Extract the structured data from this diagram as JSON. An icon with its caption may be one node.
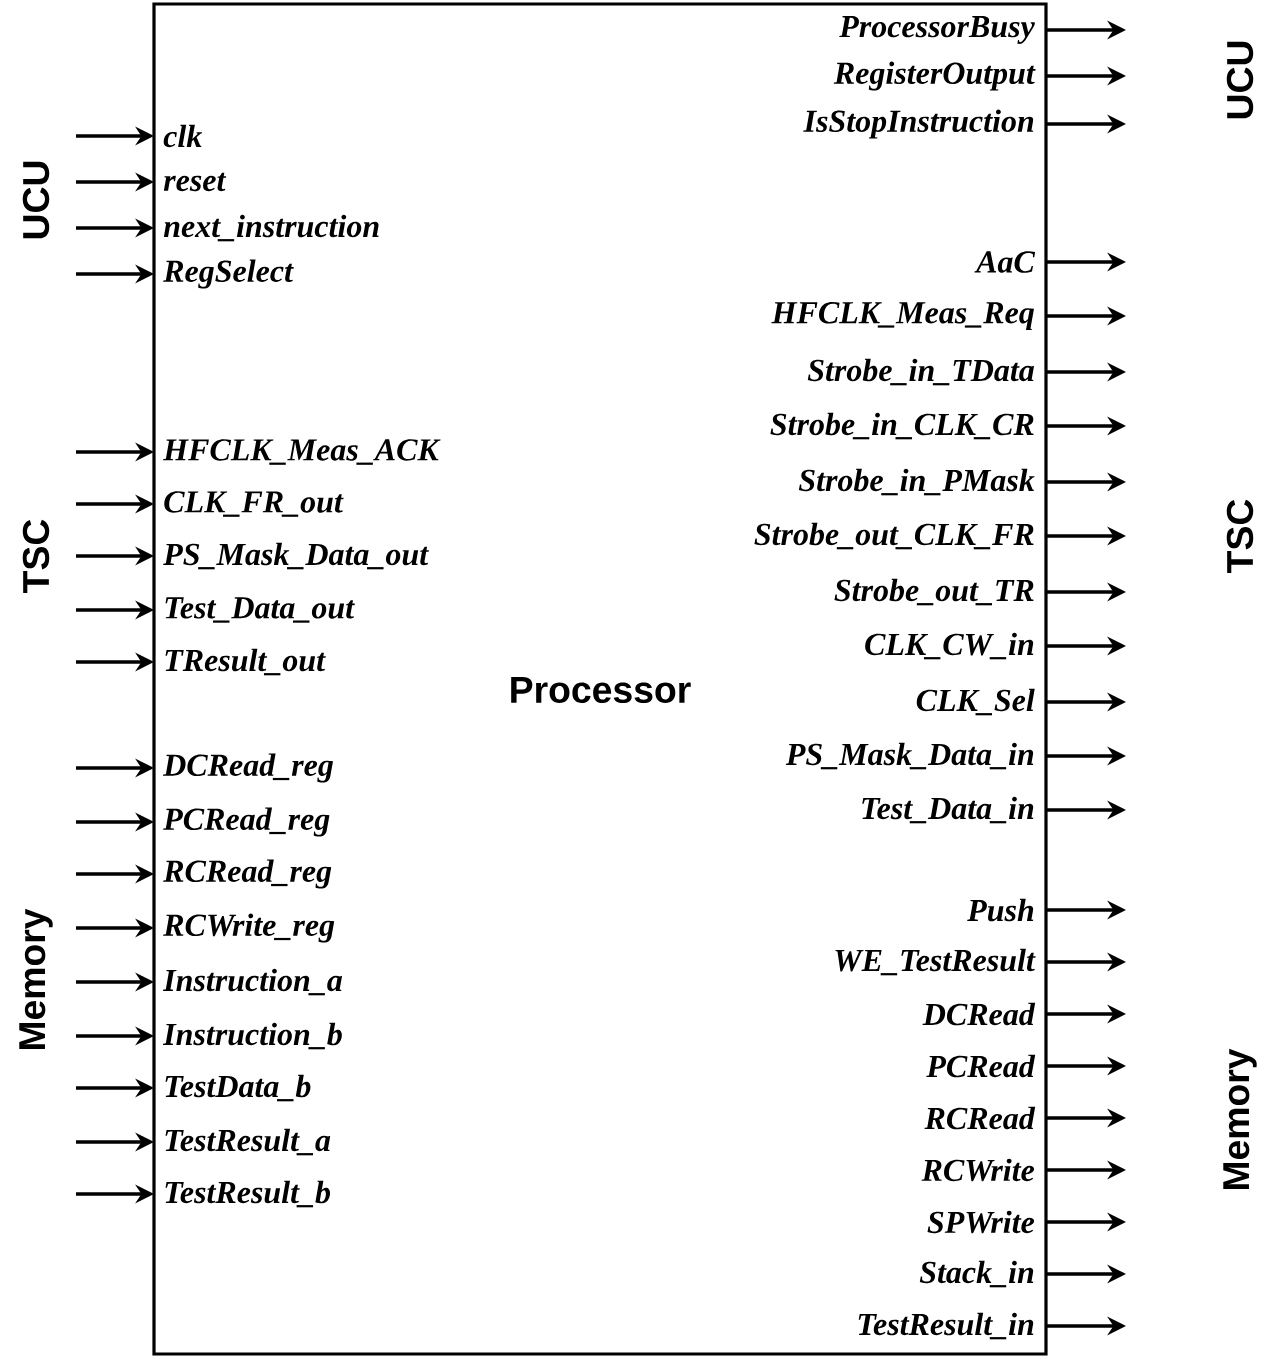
{
  "diagram": {
    "nodes": [
      {
        "text": [
          "Processor"
        ]
      },
      {
        "text": [
          "clk"
        ],
        "in": 0
      },
      {
        "text": [
          "reset"
        ],
        "in": 0
      },
      {
        "text": [
          "next_instruction"
        ],
        "in": 0
      },
      {
        "text": [
          "RegSelect"
        ],
        "in": 0
      },
      {
        "text": [
          "HFCLK_Meas_ACK"
        ],
        "in": 0
      },
      {
        "text": [
          "CLK_FR_out"
        ],
        "in": 0
      },
      {
        "text": [
          "PS_Mask_Data_out"
        ],
        "in": 0
      },
      {
        "text": [
          "Test_Data_out"
        ],
        "in": 0
      },
      {
        "text": [
          "TResult_out"
        ],
        "in": 0
      },
      {
        "text": [
          "DCRead_reg"
        ],
        "in": 0
      },
      {
        "text": [
          "PCRead_reg"
        ],
        "in": 0
      },
      {
        "text": [
          "RCRead_reg"
        ],
        "in": 0
      },
      {
        "text": [
          "RCWrite_reg"
        ],
        "in": 0
      },
      {
        "text": [
          "Instruction_a"
        ],
        "in": 0
      },
      {
        "text": [
          "Instruction_b"
        ],
        "in": 0
      },
      {
        "text": [
          "TestData_b"
        ],
        "in": 0
      },
      {
        "text": [
          "TestResult_a"
        ],
        "in": 0
      },
      {
        "text": [
          "TestResult_b"
        ],
        "in": 0
      },
      {
        "text": [
          "ProcessorBusy"
        ],
        "in": 0
      },
      {
        "text": [
          "RegisterOutput"
        ],
        "in": 0
      },
      {
        "text": [
          "IsStopInstruction"
        ],
        "in": 0
      },
      {
        "text": [
          "AaC"
        ],
        "in": 0
      },
      {
        "text": [
          "HFCLK_Meas_Req"
        ],
        "in": 0
      },
      {
        "text": [
          "Strobe_in_TData"
        ],
        "in": 0
      },
      {
        "text": [
          "Strobe_in_CLK_CR"
        ],
        "in": 0
      },
      {
        "text": [
          "Strobe_in_PMask"
        ],
        "in": 0
      },
      {
        "text": [
          "Strobe_out_CLK_FR"
        ],
        "in": 0
      },
      {
        "text": [
          "Strobe_out_TR"
        ],
        "in": 0
      },
      {
        "text": [
          "CLK_CW_in"
        ],
        "in": 0
      },
      {
        "text": [
          "CLK_Sel"
        ],
        "in": 0
      },
      {
        "text": [
          "PS_Mask_Data_in"
        ],
        "in": 0
      },
      {
        "text": [
          "Test_Data_in"
        ],
        "in": 0
      },
      {
        "text": [
          "Push"
        ],
        "in": 0
      },
      {
        "text": [
          "WE_TestResult"
        ],
        "in": 0
      },
      {
        "text": [
          "DCRead"
        ],
        "in": 0
      },
      {
        "text": [
          "PCRead"
        ],
        "in": 0
      },
      {
        "text": [
          "RCRead"
        ],
        "in": 0
      },
      {
        "text": [
          "RCWrite"
        ],
        "in": 0
      },
      {
        "text": [
          "SPWrite"
        ],
        "in": 0
      },
      {
        "text": [
          "Stack_in"
        ],
        "in": 0
      },
      {
        "text": [
          "TestResult_in"
        ],
        "in": 0
      }
    ],
    "edges": [
      {
        "from": null,
        "to": 1,
        "arrow": "to"
      },
      {
        "from": null,
        "to": 2,
        "arrow": "to"
      },
      {
        "from": null,
        "to": 3,
        "arrow": "to"
      },
      {
        "from": null,
        "to": 4,
        "arrow": "to"
      },
      {
        "from": null,
        "to": 5,
        "arrow": "to"
      },
      {
        "from": null,
        "to": 6,
        "arrow": "to"
      },
      {
        "from": null,
        "to": 7,
        "arrow": "to"
      },
      {
        "from": null,
        "to": 8,
        "arrow": "to"
      },
      {
        "from": null,
        "to": 9,
        "arrow": "to"
      },
      {
        "from": null,
        "to": 10,
        "arrow": "to"
      },
      {
        "from": null,
        "to": 11,
        "arrow": "to"
      },
      {
        "from": null,
        "to": 12,
        "arrow": "to"
      },
      {
        "from": null,
        "to": 13,
        "arrow": "to"
      },
      {
        "from": null,
        "to": 14,
        "arrow": "to"
      },
      {
        "from": null,
        "to": 15,
        "arrow": "to"
      },
      {
        "from": null,
        "to": 16,
        "arrow": "to"
      },
      {
        "from": null,
        "to": 17,
        "arrow": "to"
      },
      {
        "from": null,
        "to": 18,
        "arrow": "to"
      },
      {
        "from": 19,
        "to": null,
        "arrow": "to"
      },
      {
        "from": 20,
        "to": null,
        "arrow": "to"
      },
      {
        "from": 21,
        "to": null,
        "arrow": "to"
      },
      {
        "from": 22,
        "to": null,
        "arrow": "to"
      },
      {
        "from": 23,
        "to": null,
        "arrow": "to"
      },
      {
        "from": 24,
        "to": null,
        "arrow": "to"
      },
      {
        "from": 25,
        "to": null,
        "arrow": "to"
      },
      {
        "from": 26,
        "to": null,
        "arrow": "to"
      },
      {
        "from": 27,
        "to": null,
        "arrow": "to"
      },
      {
        "from": 28,
        "to": null,
        "arrow": "to"
      },
      {
        "from": 29,
        "to": null,
        "arrow": "to"
      },
      {
        "from": 30,
        "to": null,
        "arrow": "to"
      },
      {
        "from": 31,
        "to": null,
        "arrow": "to"
      },
      {
        "from": 32,
        "to": null,
        "arrow": "to"
      },
      {
        "from": 33,
        "to": null,
        "arrow": "to"
      },
      {
        "from": 34,
        "to": null,
        "arrow": "to"
      },
      {
        "from": 35,
        "to": null,
        "arrow": "to"
      },
      {
        "from": 36,
        "to": null,
        "arrow": "to"
      },
      {
        "from": 37,
        "to": null,
        "arrow": "to"
      },
      {
        "from": 38,
        "to": null,
        "arrow": "to"
      },
      {
        "from": 39,
        "to": null,
        "arrow": "to"
      },
      {
        "from": 40,
        "to": null,
        "arrow": "to"
      },
      {
        "from": 41,
        "to": null,
        "arrow": "to"
      }
    ],
    "labels": [
      "UCU",
      "TSC",
      "Memory",
      "UCU",
      "TSC",
      "Memory"
    ]
  }
}
